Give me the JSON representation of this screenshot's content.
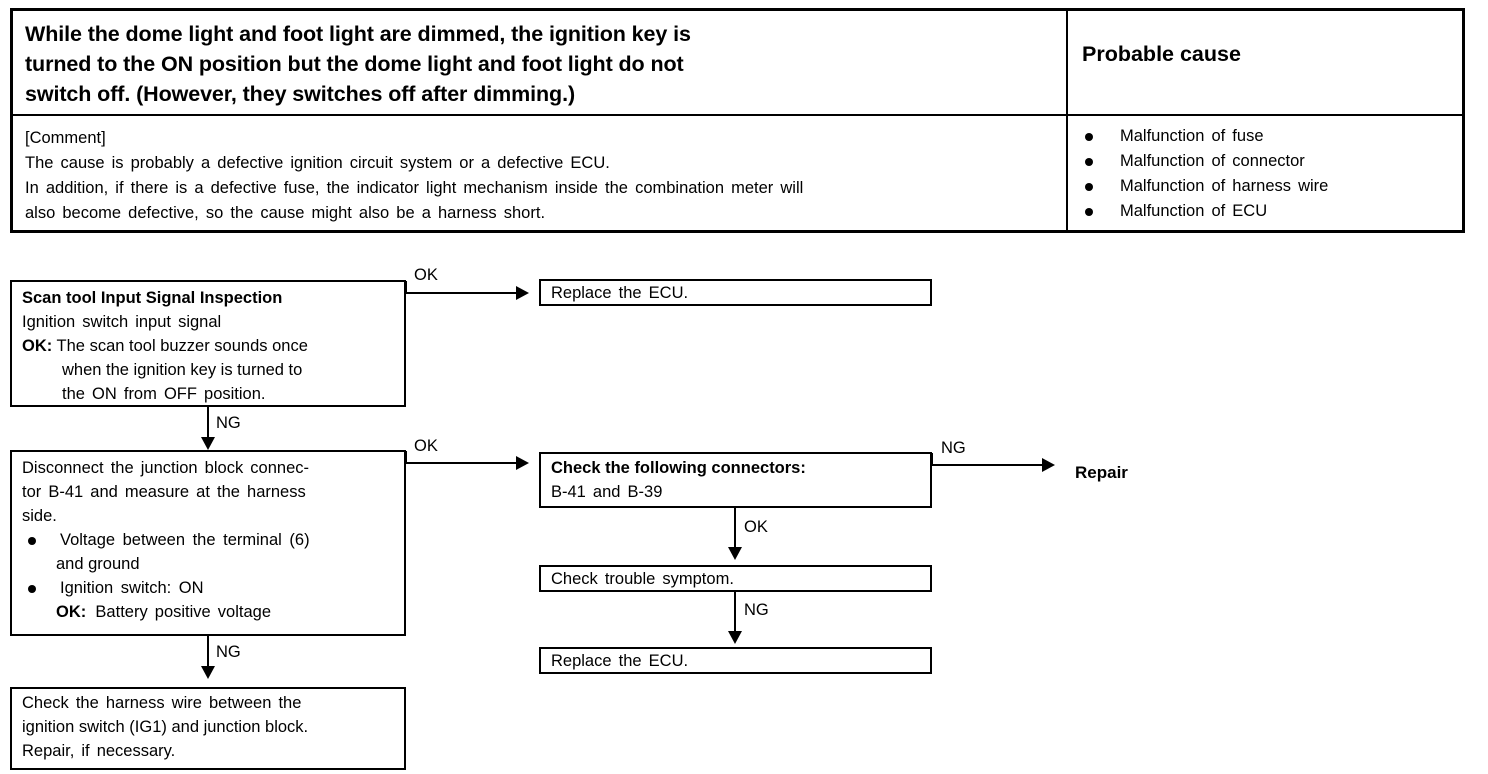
{
  "table": {
    "symptom_title": [
      "While the dome light and foot light are dimmed, the ignition key is",
      "turned to the ON position but the dome light and foot light do not",
      "switch off.  (However, they switches off after dimming.)"
    ],
    "probable_cause_header": "Probable cause",
    "comment_tag": "[Comment]",
    "comment_lines": [
      "The cause is probably a defective ignition circuit system or a defective ECU.",
      "In addition, if there is a defective fuse, the indicator light mechanism inside the combination meter will",
      "also become defective, so the cause might also be a harness short."
    ],
    "causes": [
      "Malfunction of fuse",
      "Malfunction of connector",
      "Malfunction of harness wire",
      "Malfunction of ECU"
    ]
  },
  "flow": {
    "box_scan": {
      "title": "Scan tool Input Signal Inspection",
      "subtitle": "Ignition switch input signal",
      "ok_label": "OK:",
      "ok_line1": "The scan tool buzzer sounds once",
      "ok_line2": "when the ignition key is turned to",
      "ok_line3": "the ON from OFF position."
    },
    "box_replace_ecu_top": "Replace the ECU.",
    "box_disconnect": {
      "line1": "Disconnect the junction block connec-",
      "line2": "tor B-41 and measure at the harness",
      "line3": "side.",
      "bullet1_line1": "Voltage between the terminal (6)",
      "bullet1_line2": "and ground",
      "bullet2_line1": "Ignition switch: ON",
      "ok_label": "OK:",
      "ok_value": "Battery positive voltage"
    },
    "box_connectors": {
      "title": "Check the following connectors:",
      "detail": "B-41 and B-39"
    },
    "box_check_symptom": "Check trouble symptom.",
    "box_replace_ecu_bottom": "Replace the ECU.",
    "box_harness": {
      "line1": "Check the harness wire between the",
      "line2": "ignition switch (IG1) and junction block.",
      "line3": "Repair, if necessary."
    },
    "repair_label": "Repair",
    "edges": {
      "ok_1": "OK",
      "ng_1": "NG",
      "ok_2": "OK",
      "ng_2": "NG",
      "ok_3": "OK",
      "ng_3": "NG",
      "ng_4": "NG"
    }
  }
}
